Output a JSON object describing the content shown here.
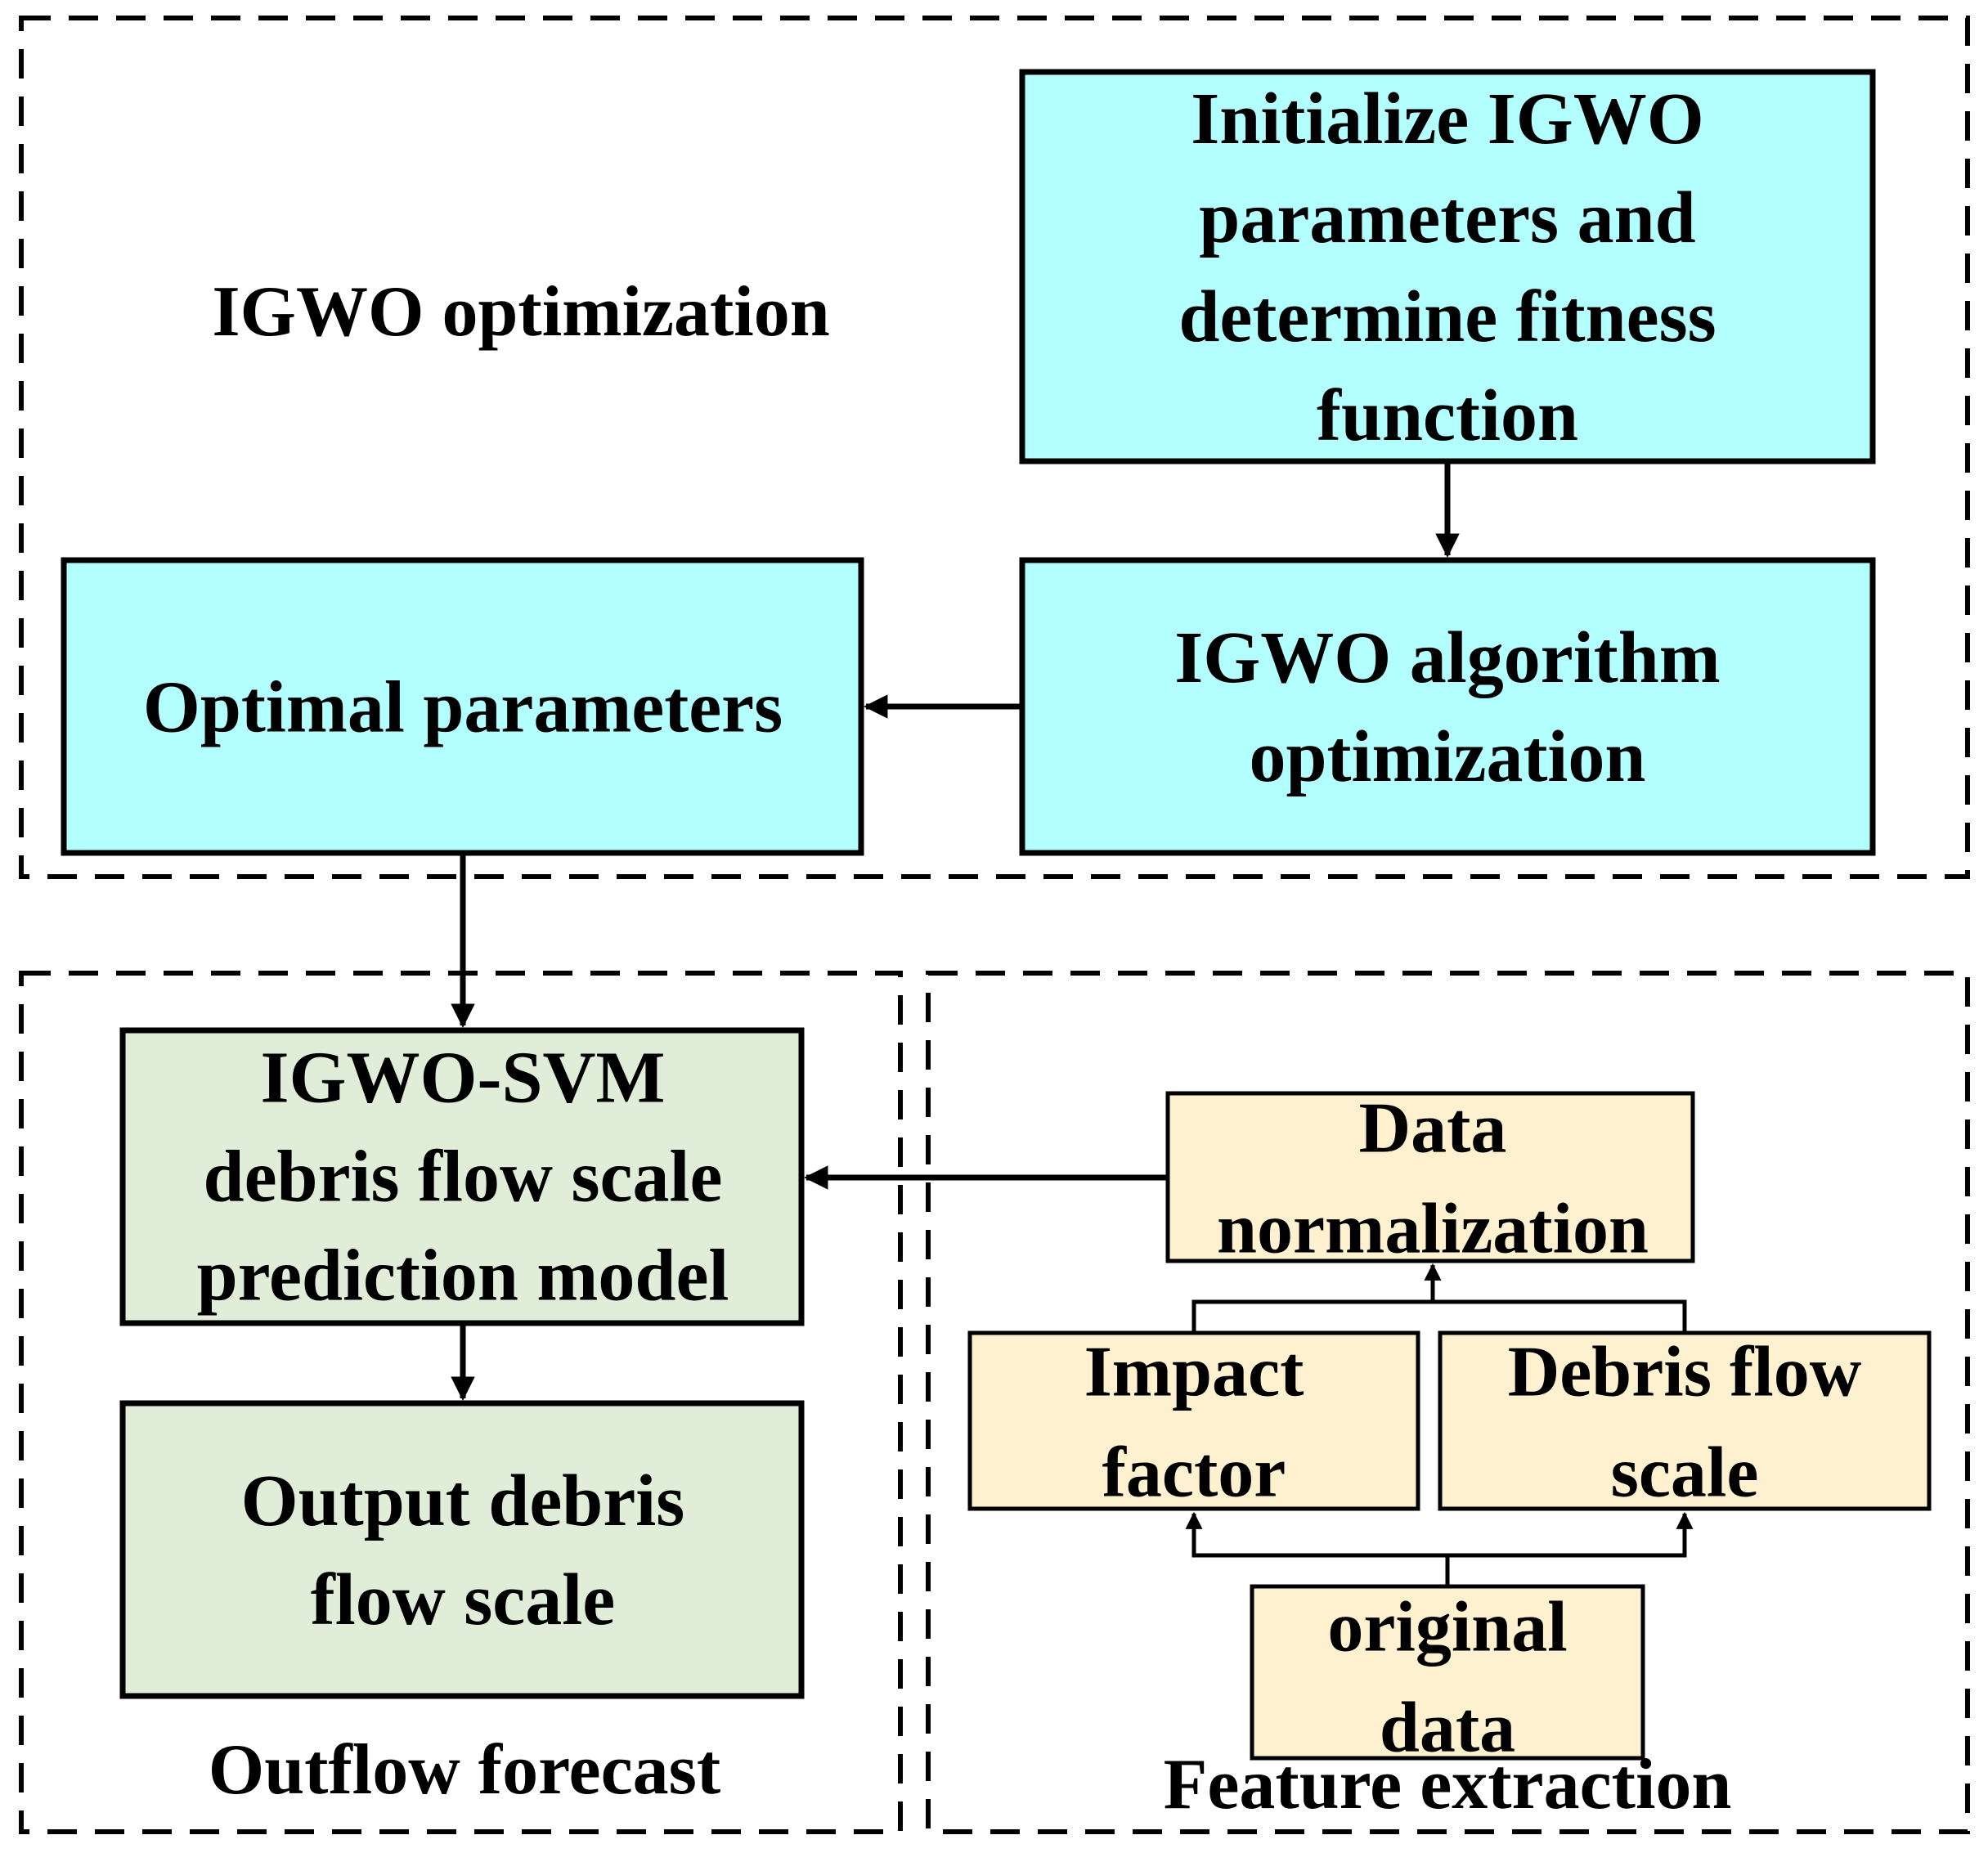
{
  "colors": {
    "optimization_box": "#b3ffff",
    "forecast_box": "#e0eed9",
    "feature_box": "#fdf1cf",
    "stroke": "#000000"
  },
  "groups": {
    "optimization": "IGWO optimization",
    "forecast": "Outflow forecast",
    "feature": "Feature extraction"
  },
  "nodes": {
    "init": [
      "Initialize IGWO",
      "parameters and",
      "determine fitness",
      "function"
    ],
    "algorithm": [
      "IGWO algorithm",
      "optimization"
    ],
    "optimal": [
      "Optimal parameters"
    ],
    "model": [
      "IGWO-SVM",
      "debris flow scale",
      "prediction model"
    ],
    "output": [
      "Output debris",
      "flow scale"
    ],
    "normalization": [
      "Data",
      "normalization"
    ],
    "impact": [
      "Impact",
      "factor"
    ],
    "scale": [
      "Debris flow",
      "scale"
    ],
    "original": [
      "original",
      "data"
    ]
  }
}
